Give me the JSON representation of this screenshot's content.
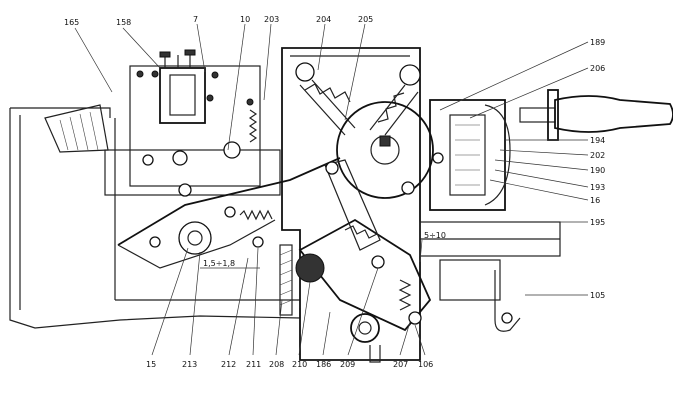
{
  "diagram": {
    "callouts": {
      "c165": "165",
      "c158": "158",
      "c7": "7",
      "c10": "10",
      "c203": "203",
      "c204": "204",
      "c205": "205",
      "c189": "189",
      "c206": "206",
      "c194": "194",
      "c202": "202",
      "c190": "190",
      "c193": "193",
      "c16": "16",
      "c195": "195",
      "c105": "105",
      "c15": "15",
      "c213": "213",
      "c212": "212",
      "c211": "211",
      "c208": "208",
      "c210": "210",
      "c186": "186",
      "c209": "209",
      "c207": "207",
      "c106": "106"
    },
    "dimensions": {
      "gap_left": "1,5÷1,8",
      "gap_right": "5÷10"
    }
  }
}
